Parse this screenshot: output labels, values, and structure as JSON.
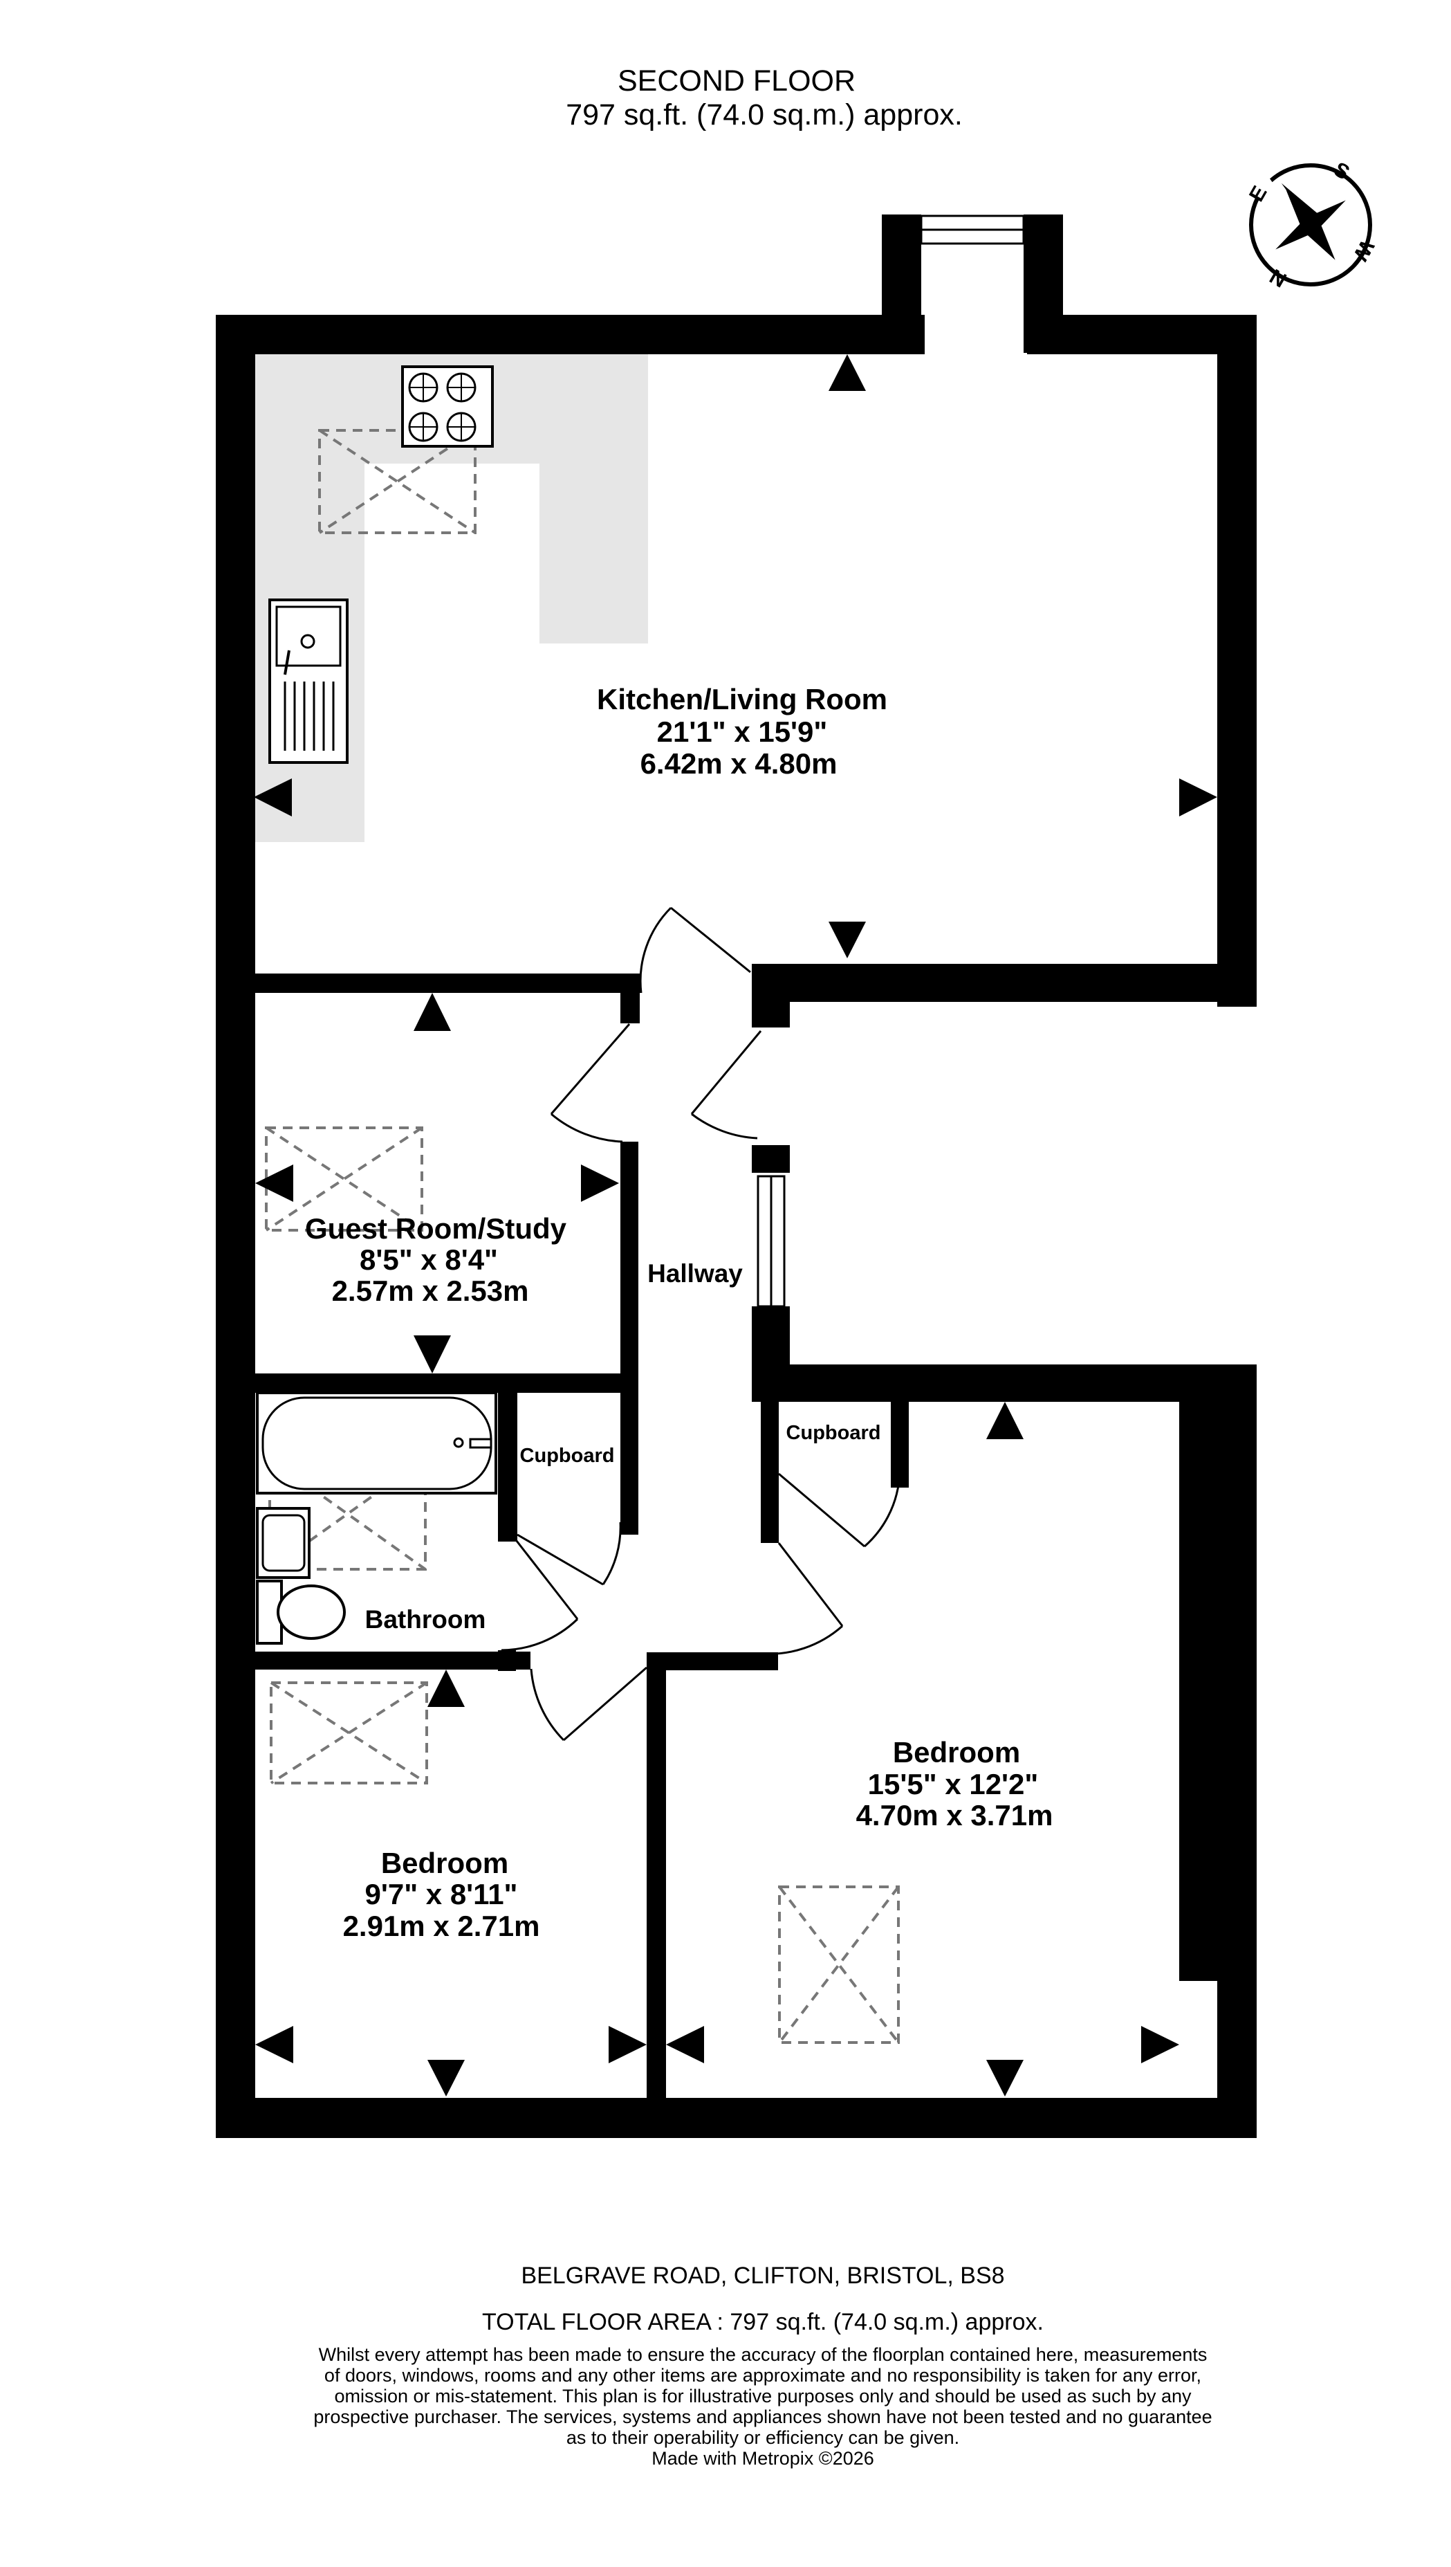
{
  "header": {
    "floor_title": "SECOND FLOOR",
    "floor_area": "797 sq.ft. (74.0 sq.m.) approx."
  },
  "compass": {
    "letters": [
      "S",
      "W",
      "N",
      "E"
    ],
    "icon": "compass-rose-icon"
  },
  "rooms": {
    "kitchen": {
      "name": "Kitchen/Living Room",
      "imperial": "21'1\"  x 15'9\"",
      "metric": "6.42m  x 4.80m"
    },
    "guest": {
      "name": "Guest Room/Study",
      "imperial": "8'5\"  x 8'4\"",
      "metric": "2.57m  x 2.53m"
    },
    "hallway": {
      "name": "Hallway"
    },
    "cupboard_left": {
      "name": "Cupboard"
    },
    "cupboard_right": {
      "name": "Cupboard"
    },
    "bathroom": {
      "name": "Bathroom"
    },
    "bedroom_small": {
      "name": "Bedroom",
      "imperial": "9'7\"  x 8'11\"",
      "metric": "2.91m  x 2.71m"
    },
    "bedroom_large": {
      "name": "Bedroom",
      "imperial": "15'5\"  x 12'2\"",
      "metric": "4.70m  x 3.71m"
    }
  },
  "footer": {
    "address": "BELGRAVE ROAD, CLIFTON, BRISTOL, BS8",
    "total_area": "TOTAL FLOOR AREA : 797 sq.ft. (74.0 sq.m.) approx.",
    "disclaimer": [
      "Whilst every attempt has been made to ensure the accuracy of the floorplan contained here, measurements",
      "of doors, windows, rooms and any other items are approximate and no responsibility is taken for any error,",
      "omission or mis-statement. This plan is for illustrative purposes only and should be used as such by any",
      "prospective purchaser. The services, systems and appliances shown have not been tested and no guarantee",
      "as to their operability or efficiency can be given."
    ],
    "credit": "Made with Metropix ©2026"
  },
  "colors": {
    "wall": "#000000",
    "kitchen_counter": "#e6e6e6",
    "skylight_dash": "#777777",
    "background": "#ffffff"
  }
}
